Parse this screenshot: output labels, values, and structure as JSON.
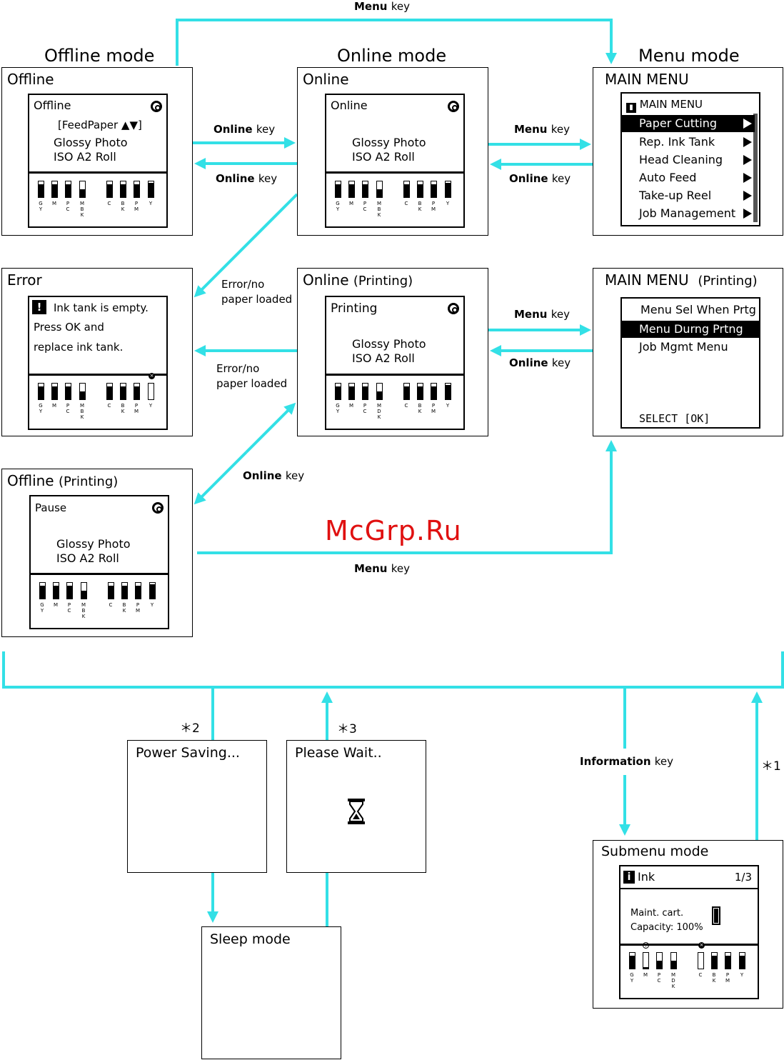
{
  "modes": {
    "offline": "Offline mode",
    "online": "Online mode",
    "menu": "Menu mode"
  },
  "keys": {
    "menu_top": "Menu",
    "online_to": "Online",
    "online_back": "Online",
    "menu_right1": "Menu",
    "online_right1": "Online",
    "menu_right2": "Menu",
    "online_right2": "Online",
    "online_diag": "Online",
    "menu_bottom": "Menu",
    "information": "Information",
    "key_word": "key"
  },
  "notes": {
    "error_no_paper_1": [
      "Error/no",
      "paper loaded"
    ],
    "error_no_paper_2": [
      "Error/no",
      "paper loaded"
    ]
  },
  "asterisks": {
    "a1": "＊1",
    "a2": "＊2",
    "a3": "＊3"
  },
  "watermark": "McGrp.Ru",
  "ink_labels": {
    "top": [
      "G",
      "M",
      "P",
      "M",
      "C",
      "B",
      "P",
      "Y"
    ],
    "bot": [
      "Y",
      "",
      "C",
      "",
      "",
      "K",
      "M",
      ""
    ],
    "mbk": "MBK",
    "mdk": "MDK"
  },
  "panels": {
    "offline": {
      "title": "Offline",
      "status": "Offline",
      "feed": "[FeedPaper",
      "line1": "Glossy Photo",
      "line2": "ISO A2 Roll"
    },
    "online": {
      "title": "Online",
      "status": "Online",
      "line1": "Glossy Photo",
      "line2": "ISO A2 Roll"
    },
    "main_menu": {
      "title": "MAIN MENU",
      "header": "MAIN MENU",
      "items": [
        "Paper Cutting",
        "Rep. Ink Tank",
        "Head Cleaning",
        "Auto Feed",
        "Take-up Reel",
        "Job Management"
      ],
      "selected": 0
    },
    "error": {
      "title": "Error",
      "line1": "Ink tank is empty.",
      "line2": "Press OK and",
      "line3": "replace ink tank."
    },
    "online_printing": {
      "title": "Online",
      "title_sub": "(Printing)",
      "status": "Printing",
      "line1": "Glossy Photo",
      "line2": "ISO A2 Roll"
    },
    "main_menu_printing": {
      "title": "MAIN MENU",
      "title_sub": "(Printing)",
      "items": [
        "Menu Sel When Prtg",
        "Menu Durng Prtng",
        "Job Mgmt Menu"
      ],
      "selected": 1,
      "select_hint": "SELECT [OK]"
    },
    "offline_printing": {
      "title": "Offline",
      "title_sub": "(Printing)",
      "status": "Pause",
      "line1": "Glossy Photo",
      "line2": "ISO A2 Roll"
    },
    "power_saving": {
      "title": "Power Saving..."
    },
    "please_wait": {
      "title": "Please Wait.."
    },
    "sleep": {
      "title": "Sleep mode"
    },
    "submenu": {
      "title": "Submenu mode",
      "header": "Ink",
      "page": "1/3",
      "line1": "Maint. cart.",
      "line2": "Capacity: 100%"
    }
  },
  "colors": {
    "arrow": "#33e0e6"
  }
}
